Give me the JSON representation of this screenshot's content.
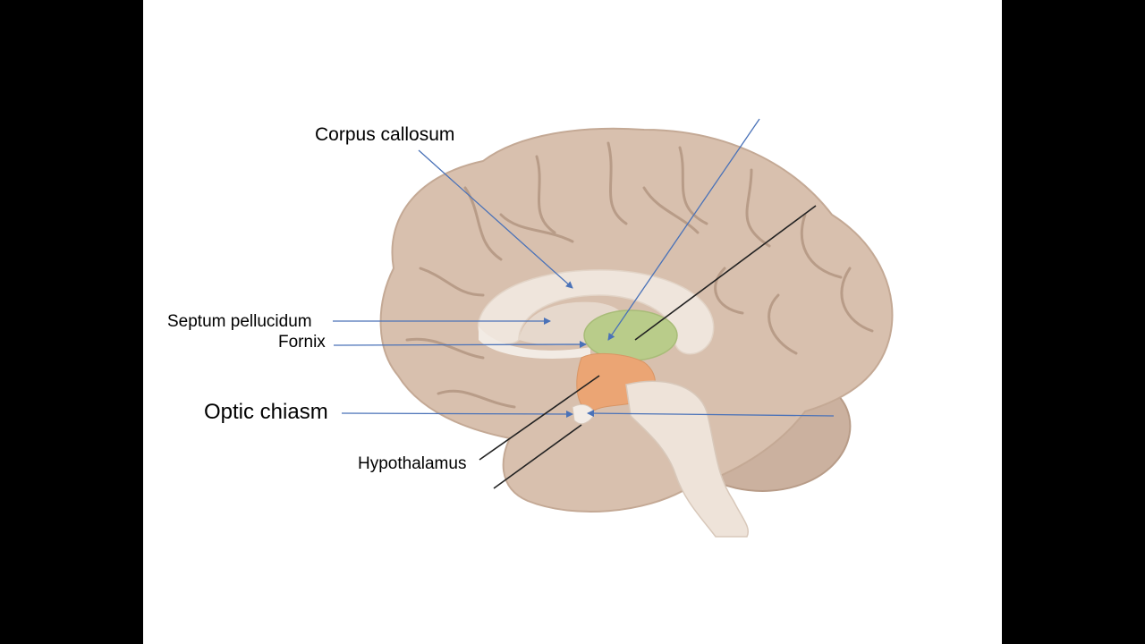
{
  "labels": {
    "corpus_callosum": "Corpus callosum",
    "septum_pellucidum": "Septum pellucidum",
    "fornix": "Fornix",
    "optic_chiasm": "Optic chiasm",
    "hypothalamus": "Hypothalamus"
  },
  "colors": {
    "background": "#000000",
    "slide": "#ffffff",
    "cortex": "#d8c0ae",
    "cortex_folds": "#b89c88",
    "inner_light": "#efe5dc",
    "thalamus": "#b9cc8a",
    "hypothalamus": "#eba574",
    "pointer_blue": "#4a72b8",
    "pointer_black": "#222222"
  }
}
